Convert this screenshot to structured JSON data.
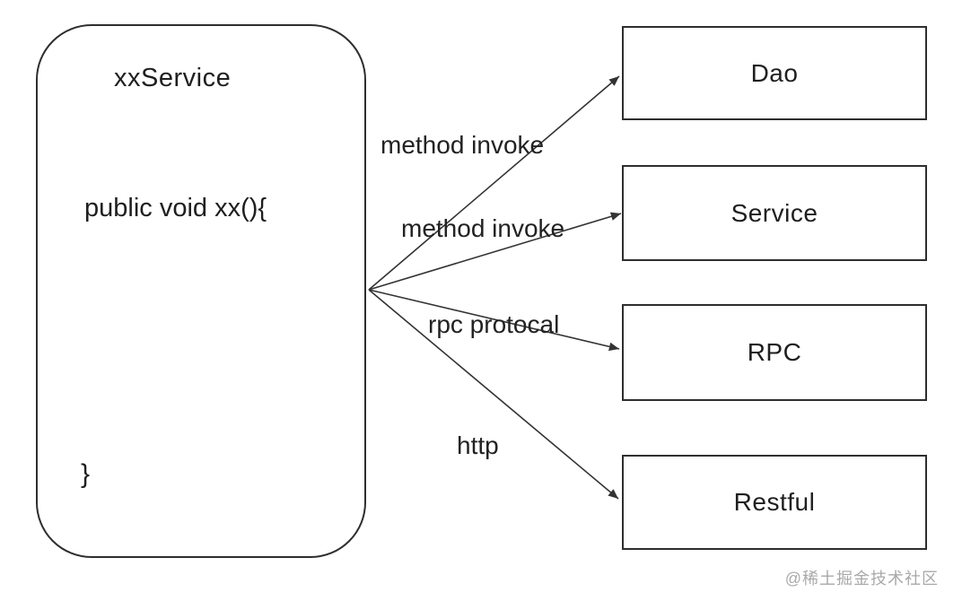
{
  "diagram": {
    "service_box": {
      "title": "xxService",
      "code_open": "public void xx(){",
      "code_close": "}"
    },
    "targets": [
      {
        "label": "Dao"
      },
      {
        "label": "Service"
      },
      {
        "label": "RPC"
      },
      {
        "label": "Restful"
      }
    ],
    "arrows": [
      {
        "label": "method invoke",
        "target": "Dao"
      },
      {
        "label": "method invoke",
        "target": "Service"
      },
      {
        "label": "rpc protocal",
        "target": "RPC"
      },
      {
        "label": "http",
        "target": "Restful"
      }
    ],
    "colors": {
      "line": "#333333",
      "box_border": "#2e2e2e",
      "text": "#1f1f1f",
      "watermark": "#a9a9a9",
      "background": "#ffffff"
    }
  },
  "watermark": {
    "text": "@稀土掘金技术社区"
  }
}
